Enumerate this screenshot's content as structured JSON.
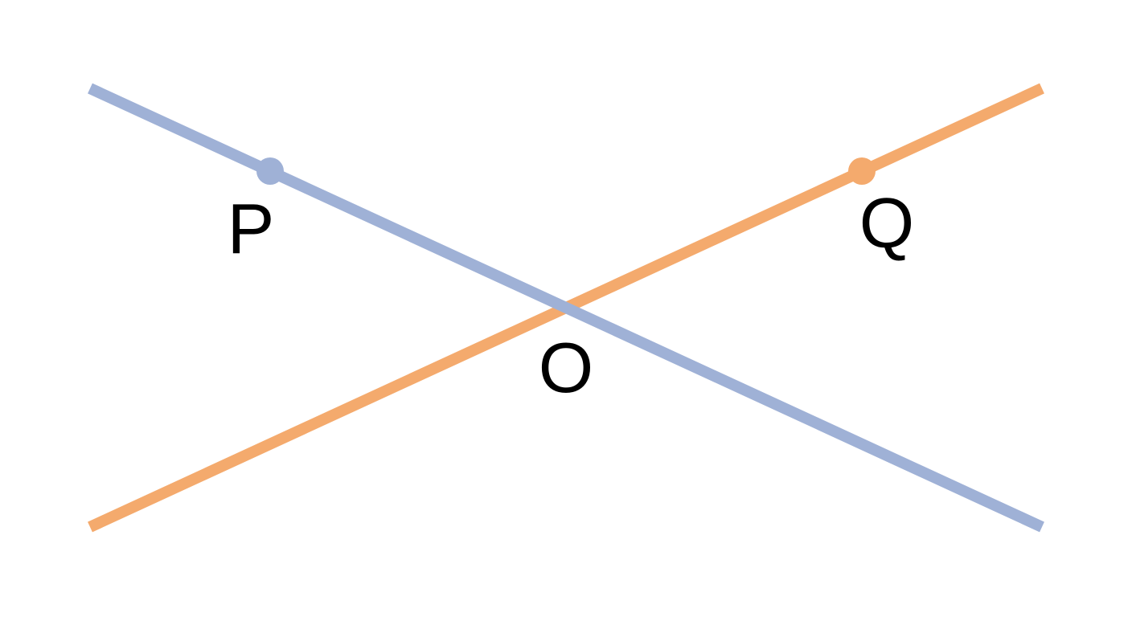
{
  "diagram": {
    "lines": [
      {
        "name": "blue-line",
        "color": "#9fb1d6"
      },
      {
        "name": "orange-line",
        "color": "#f4aa6d"
      }
    ],
    "points": [
      {
        "label": "P",
        "color": "#9fb1d6"
      },
      {
        "label": "Q",
        "color": "#f4aa6d"
      }
    ],
    "intersection_label": "O"
  }
}
